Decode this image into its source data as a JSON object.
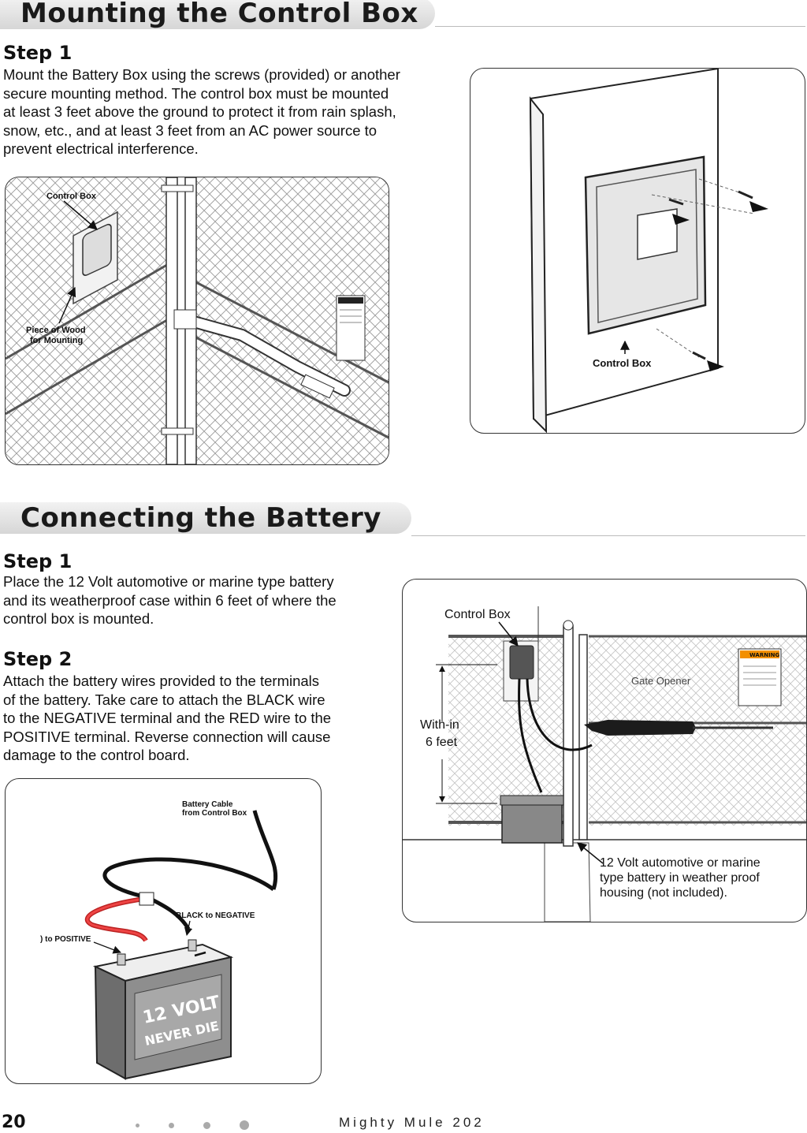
{
  "section1": {
    "title": "Mounting the Control Box",
    "step_heading": "Step 1",
    "step_text": [
      "Mount the Battery Box using the screws (provided) or another",
      "secure mounting method. The control box must be mounted",
      "at least 3 feet above the ground to protect it from rain splash,",
      "snow, etc., and at least 3 feet from an AC power source to",
      "prevent electrical interference."
    ],
    "fig1": {
      "control_box_label": "Control Box",
      "wood_label_1": "Piece of Wood",
      "wood_label_2": "for Mounting"
    },
    "fig2": {
      "control_box_label": "Control Box"
    }
  },
  "section2": {
    "title": "Connecting the Battery",
    "step1_heading": "Step 1",
    "step1_text": [
      "Place the 12 Volt automotive or marine type battery",
      "and its weatherproof case within 6 feet of  where the",
      "control box is mounted."
    ],
    "step2_heading": "Step 2",
    "step2_text": [
      "Attach the battery wires provided to the terminals",
      "of the battery. Take care to attach the BLACK wire",
      "to the NEGATIVE terminal and the RED wire to the",
      "POSITIVE terminal. Reverse connection will cause",
      "damage to the control board."
    ],
    "fig3": {
      "cable_label_1": "Battery Cable",
      "cable_label_2": "from Control Box",
      "black_label": "BLACK to NEGATIVE",
      "red_label": ") to POSITIVE",
      "battery_line1": "12 VOLT",
      "battery_line2": "NEVER DIE"
    },
    "fig4": {
      "control_box_label": "Control Box",
      "gate_opener_label": "Gate Opener",
      "distance_label_1": "With-in",
      "distance_label_2": "6 feet",
      "battery_label": [
        "12 Volt automotive or marine",
        "type battery in weather proof",
        "housing (not included)."
      ],
      "warning_text": "WARNING"
    }
  },
  "footer": {
    "page_number": "20",
    "title": "Mighty Mule 202"
  }
}
